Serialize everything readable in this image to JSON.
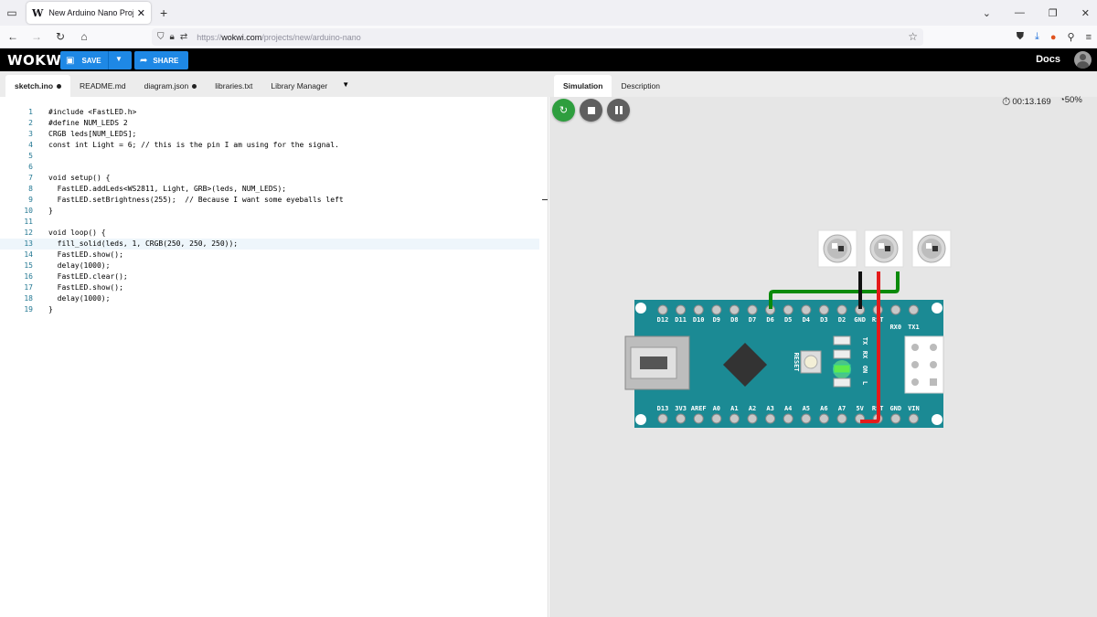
{
  "browser": {
    "tab_title": "New Arduino Nano Project - W",
    "favicon": "W",
    "url_prefix": "https://",
    "url_host": "wokwi.com",
    "url_path": "/projects/new/arduino-nano"
  },
  "header": {
    "logo": "WOKWI",
    "save_label": "SAVE",
    "share_label": "SHARE",
    "docs_label": "Docs"
  },
  "editor_tabs": [
    {
      "label": "sketch.ino",
      "modified": true
    },
    {
      "label": "README.md",
      "modified": false
    },
    {
      "label": "diagram.json",
      "modified": true
    },
    {
      "label": "libraries.txt",
      "modified": false
    },
    {
      "label": "Library Manager",
      "modified": false
    }
  ],
  "code_lines": [
    "#include <FastLED.h>",
    "#define NUM_LEDS 2",
    "CRGB leds[NUM_LEDS];",
    "const int Light = 6; // this is the pin I am using for the signal.",
    "",
    "",
    "void setup() {",
    "  FastLED.addLeds<WS2811, Light, GRB>(leds, NUM_LEDS);",
    "  FastLED.setBrightness(255);  // Because I want some eyeballs left",
    "}",
    "",
    "void loop() {",
    "  fill_solid(leds, 1, CRGB(250, 250, 250));",
    "  FastLED.show();",
    "  delay(1000);",
    "  FastLED.clear();",
    "  FastLED.show();",
    "  delay(1000);",
    "}"
  ],
  "sim_tabs": [
    "Simulation",
    "Description"
  ],
  "sim": {
    "timer": "00:13.169",
    "speed": "50%"
  },
  "board": {
    "top_pins": [
      "D12",
      "D11",
      "D10",
      "D9",
      "D8",
      "D7",
      "D6",
      "D5",
      "D4",
      "D3",
      "D2",
      "GND",
      "RST",
      "RX0",
      "TX1"
    ],
    "bottom_pins": [
      "D13",
      "3V3",
      "AREF",
      "A0",
      "A1",
      "A2",
      "A3",
      "A4",
      "A5",
      "A6",
      "A7",
      "5V",
      "RST",
      "GND",
      "VIN"
    ],
    "reset_label": "RESET",
    "led_labels": [
      "TX",
      "RX",
      "ON",
      "L"
    ]
  },
  "colors": {
    "board": "#1b8a94",
    "wire_green": "#0a8a0a",
    "wire_red": "#e41b1b",
    "wire_black": "#111111",
    "accent": "#1e88e5"
  }
}
